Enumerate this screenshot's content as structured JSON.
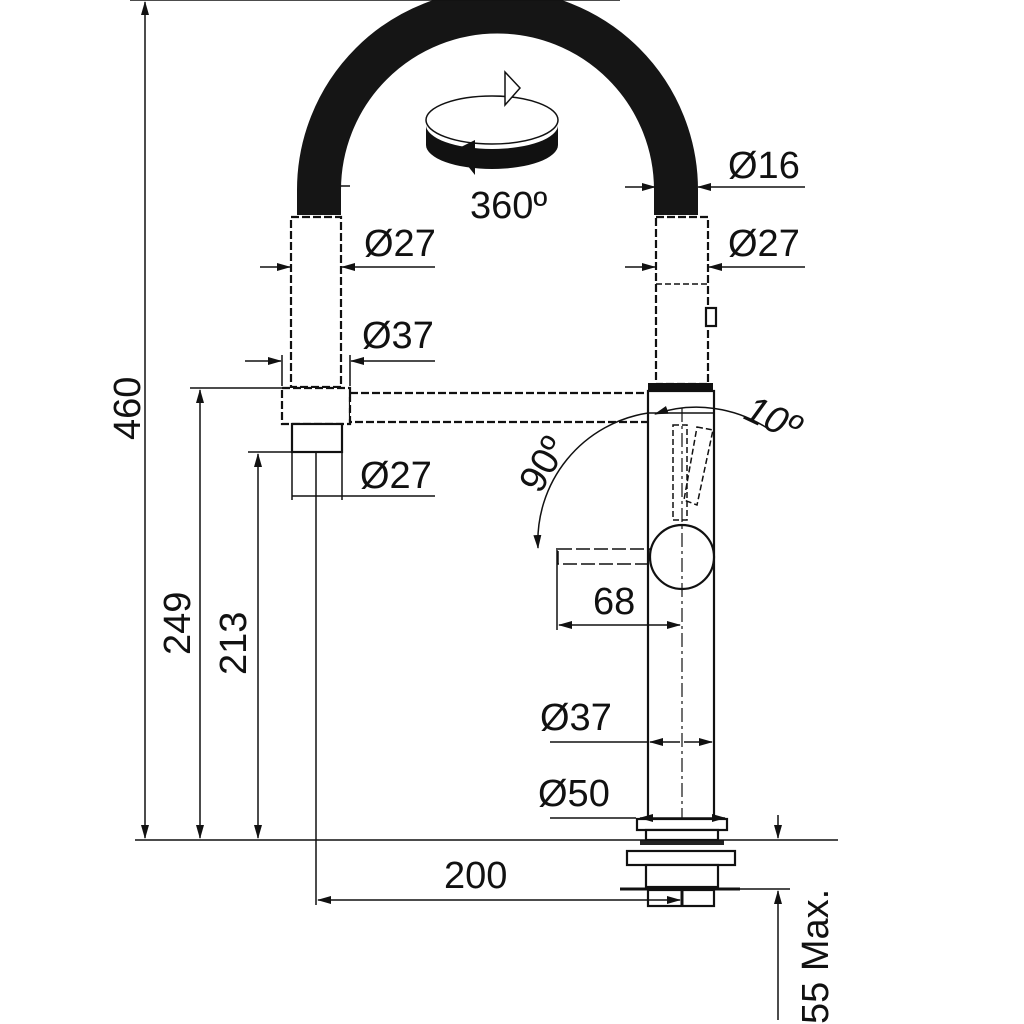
{
  "drawing": {
    "rotation_label": "360º",
    "angle_lever": "90º",
    "angle_spout": "10º",
    "dims": {
      "hose_diameter": "Ø16",
      "left_sleeve_diameter": "Ø27",
      "right_sleeve_diameter": "Ø27",
      "left_collar_diameter": "Ø37",
      "outlet_diameter": "Ø27",
      "lever_length": "68",
      "body_diameter": "Ø37",
      "base_diameter": "Ø50",
      "total_height": "460",
      "arm_height": "249",
      "outlet_height": "213",
      "reach": "200",
      "mount_thickness": "55 Max."
    }
  }
}
